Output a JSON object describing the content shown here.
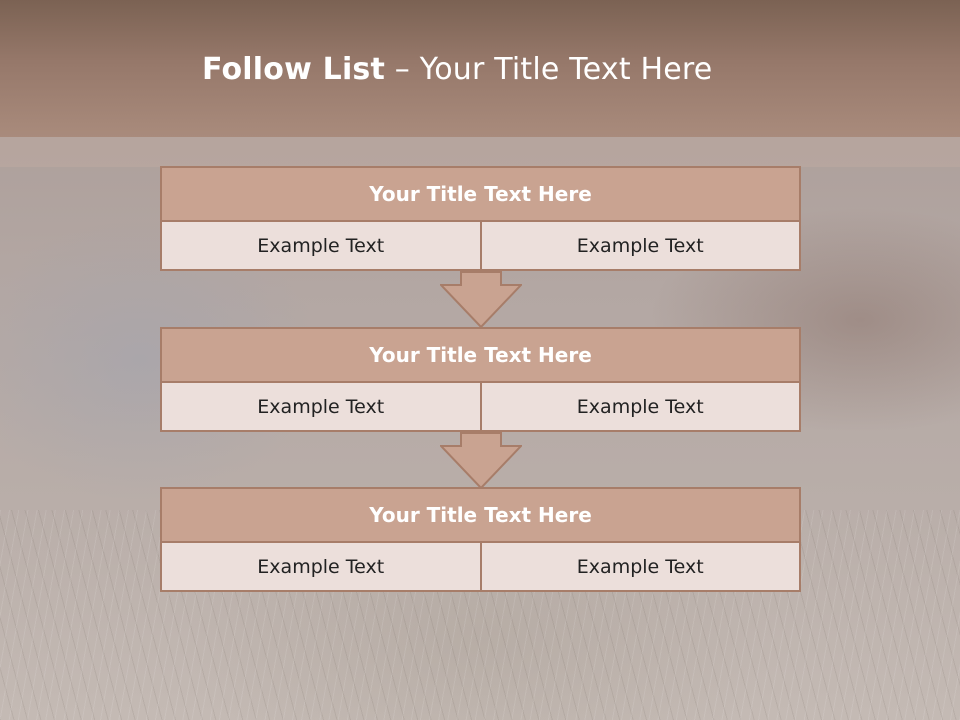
{
  "slide": {
    "title_bold": "Follow List",
    "title_rest": " – Your Title Text Here"
  },
  "blocks": [
    {
      "title": "Your Title Text Here",
      "cells": [
        "Example Text",
        "Example Text"
      ]
    },
    {
      "title": "Your Title Text Here",
      "cells": [
        "Example Text",
        "Example Text"
      ]
    },
    {
      "title": "Your Title Text Here",
      "cells": [
        "Example Text",
        "Example Text"
      ]
    }
  ],
  "colors": {
    "header": "#96786a",
    "box_title": "#c9a391",
    "box_border": "#a77d69",
    "box_cell": "#ecdfdb",
    "arrow": "#c9a391"
  }
}
